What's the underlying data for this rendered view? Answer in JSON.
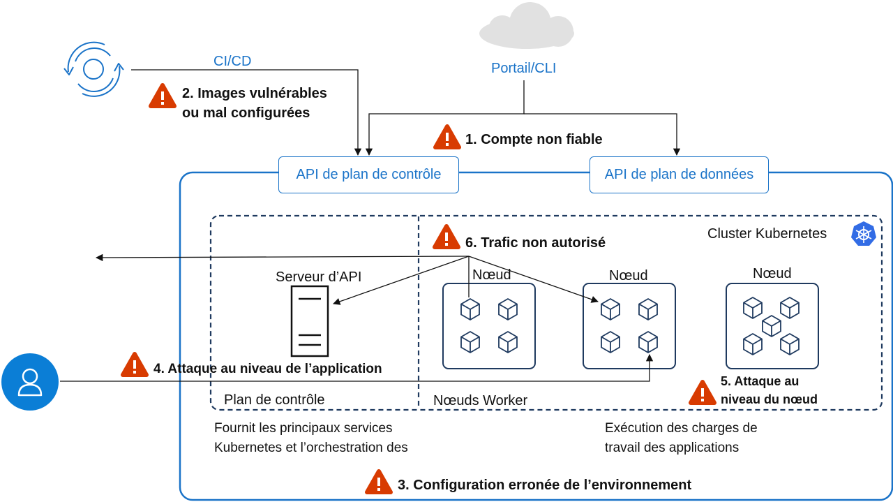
{
  "colors": {
    "accent_blue": "#1a73c8",
    "dark_navy": "#1f3a5f",
    "warning_red": "#d83b01",
    "cloud_gray": "#e1e1e1",
    "avatar_blue": "#0b7ed6"
  },
  "icons": {
    "cicd": "cycle-arrows-icon",
    "portal": "cloud-icon",
    "user": "user-icon",
    "kubernetes": "kubernetes-helm-icon",
    "server": "server-icon",
    "container": "cube-icon",
    "warning": "warning-triangle-icon"
  },
  "labels": {
    "cicd": "CI/CD",
    "portal": "Portail/CLI",
    "control_plane_api": "API de plan de contrôle",
    "data_plane_api": "API de plan de données",
    "cluster": "Cluster Kubernetes",
    "api_server": "Serveur d’API",
    "node_1": "Nœud",
    "node_2": "Nœud",
    "node_3": "Nœud",
    "control_plane": "Plan de contrôle",
    "worker_nodes": "Nœuds Worker",
    "control_plane_desc_line1": "Fournit les principaux services",
    "control_plane_desc_line2": "Kubernetes et l’orchestration des",
    "worker_desc_line1": "Exécution des charges de",
    "worker_desc_line2": "travail des applications"
  },
  "threats": {
    "t1": "1. Compte non fiable",
    "t2_line1": "2. Images vulnérables",
    "t2_line2": "ou mal configurées",
    "t3": "3. Configuration erronée de l’environnement",
    "t4": "4. Attaque au niveau de l’application",
    "t5_line1": "5. Attaque au",
    "t5_line2": "niveau du nœud",
    "t6": "6. Trafic non autorisé"
  }
}
